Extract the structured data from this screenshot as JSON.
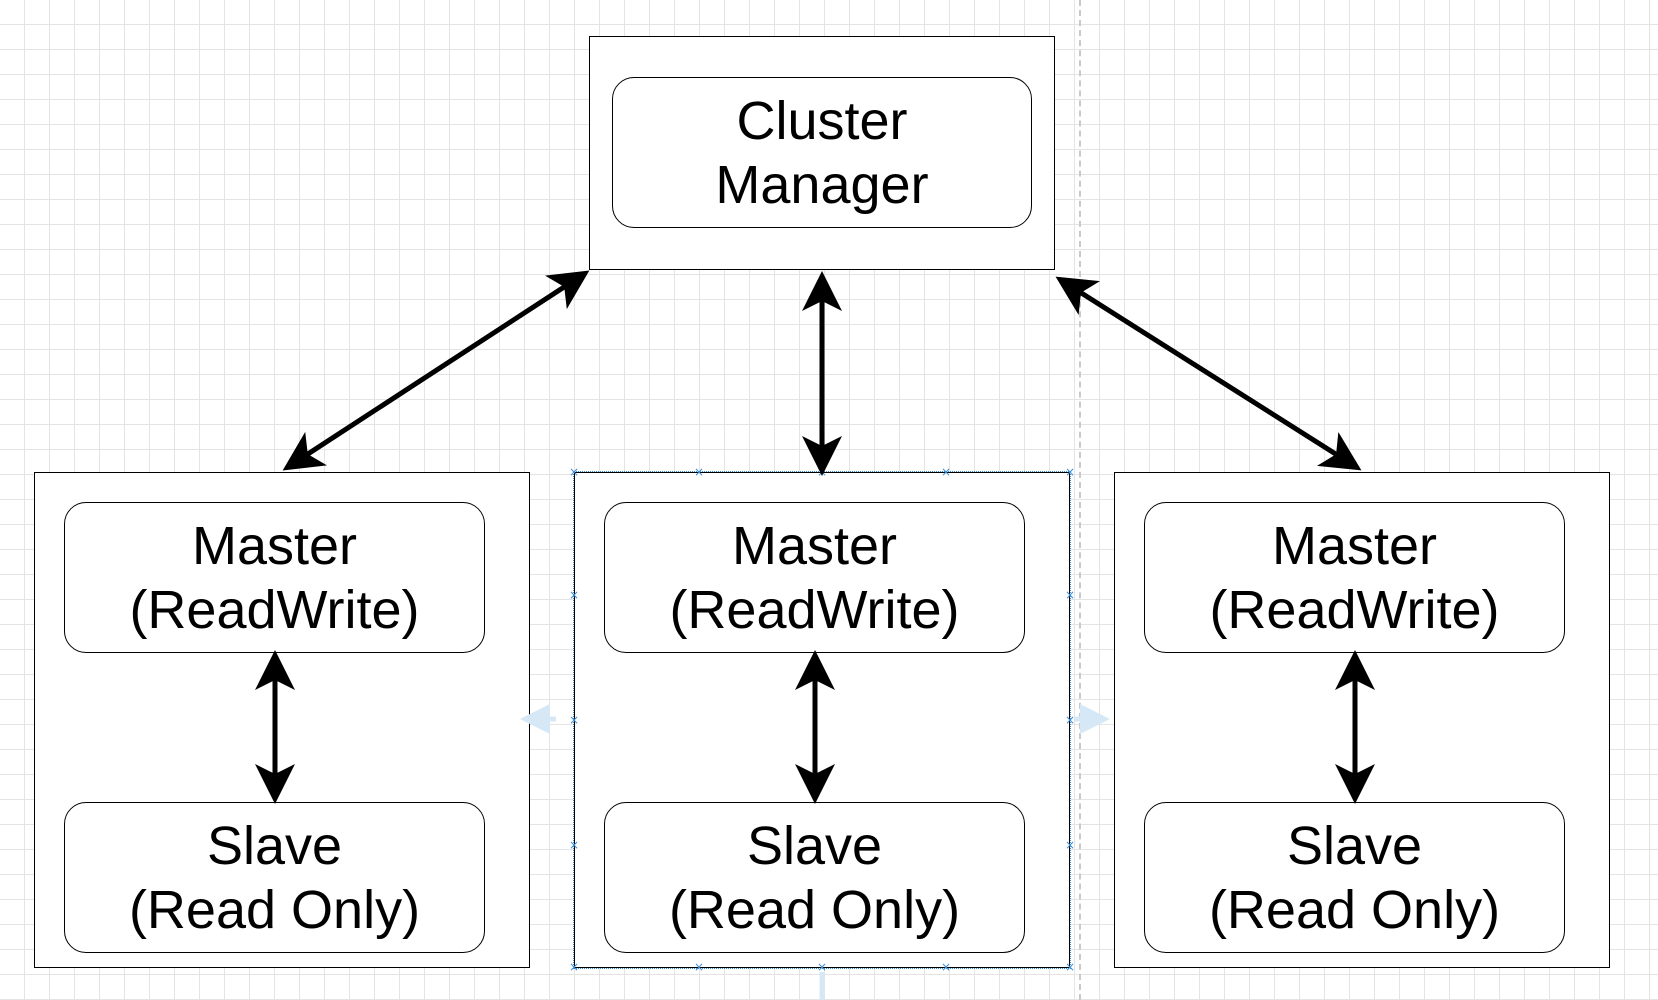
{
  "diagram": {
    "cluster_manager": {
      "label": "Cluster\nManager"
    },
    "groups": [
      {
        "master": {
          "label": "Master\n(ReadWrite)"
        },
        "slave": {
          "label": "Slave\n(Read Only)"
        }
      },
      {
        "master": {
          "label": "Master\n(ReadWrite)"
        },
        "slave": {
          "label": "Slave\n(Read Only)"
        }
      },
      {
        "master": {
          "label": "Master\n(ReadWrite)"
        },
        "slave": {
          "label": "Slave\n(Read Only)"
        }
      }
    ],
    "connectors": {
      "manager_to_groups": "bidirectional",
      "master_to_slave": "bidirectional"
    },
    "colors": {
      "stroke": "#000000",
      "selection": "#3d8fd6",
      "grid": "#e4e4e4",
      "background": "#ffffff"
    }
  }
}
